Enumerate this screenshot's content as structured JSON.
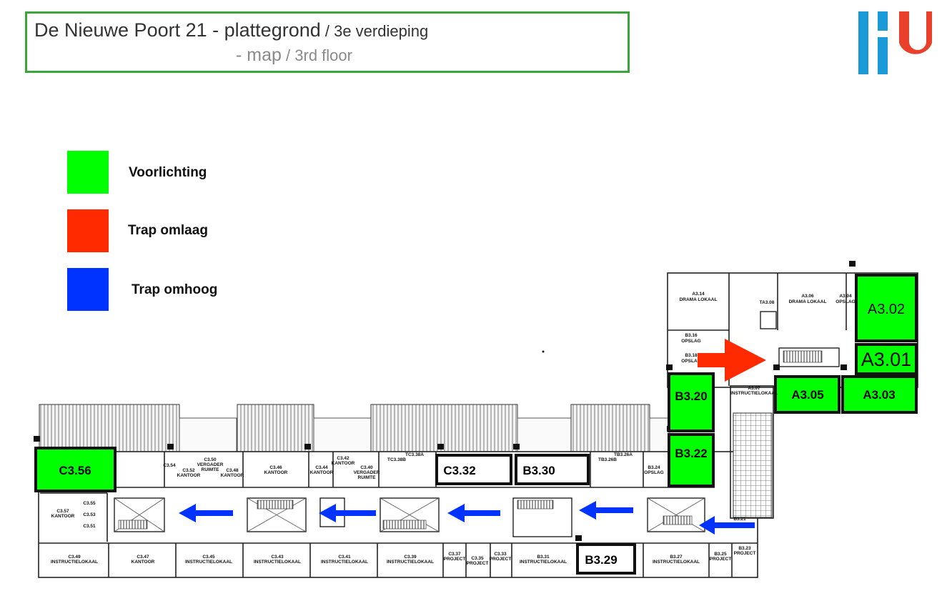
{
  "title": {
    "building": "De Nieuwe Poort 21",
    "sep1": " - ",
    "nl_map": "plattegrond",
    "slash": " / ",
    "nl_floor": "3e verdieping",
    "dash": "- ",
    "en_map": "map",
    "en_floor": "3rd floor"
  },
  "legend": [
    {
      "label": "Voorlichting",
      "color": "#00ff00"
    },
    {
      "label": "Trap omlaag",
      "color": "#ff2a00"
    },
    {
      "label": "Trap omhoog",
      "color": "#0033ff"
    }
  ],
  "rooms": {
    "highlighted": {
      "a302": "A3.02",
      "a301": "A3.01",
      "a305": "A3.05",
      "a303": "A3.03",
      "b320": "B3.20",
      "b322": "B3.22",
      "c356": "C3.56"
    },
    "outlined": {
      "c332": "C3.32",
      "b330": "B3.30",
      "b329": "B3.29"
    },
    "small": {
      "a314": "A3.14",
      "a314_type": "DRAMA LOKAAL",
      "a306": "A3.06",
      "a306_type": "DRAMA LOKAAL",
      "a304": "A3.04",
      "a304_type": "OPSLAG",
      "ta308": "TA3.08",
      "b316": "B3.16",
      "b316_type": "OPSLAG",
      "b318": "B3.18",
      "b318_type": "OPSLAG",
      "a307": "A3.07",
      "a307_type": "INSTRUCTIELOKAAL",
      "b324": "B3.24",
      "b324_type": "OPSLAG",
      "c354": "C3.54",
      "c352": "C3.52",
      "c352_type": "KANTOOR",
      "c350": "C3.50",
      "c350_type1": "VERGADER",
      "c350_type2": "RUIMTE",
      "c348": "C3.48",
      "c348_type": "KANTOOR",
      "c346": "C3.46",
      "c346_type": "KANTOOR",
      "c344": "C3.44",
      "c344_type": "KANTOOR",
      "c342": "C3.42",
      "c342_type": "KANTOOR",
      "c340": "C3.40",
      "c340_type1": "VERGADER",
      "c340_type2": "RUIMTE",
      "tc338b": "TC3.38B",
      "tc338a": "TC3.38A",
      "tb326b": "TB3.26B",
      "tb326a": "TB3.26A",
      "c355": "C3.55",
      "c353": "C3.53",
      "c351": "C3.51",
      "c357": "C3.57",
      "c357_type": "KANTOOR",
      "b321": "B3.21",
      "c349": "C3.49",
      "c349_type": "INSTRUCTIELOKAAL",
      "c347": "C3.47",
      "c347_type": "KANTOOR",
      "c345": "C3.45",
      "c345_type": "INSTRUCTIELOKAAL",
      "c343": "C3.43",
      "c343_type": "INSTRUCTIELOKAAL",
      "c341": "C3.41",
      "c341_type": "INSTRUCTIELOKAAL",
      "c339": "C3.39",
      "c339_type": "INSTRUCTIELOKAAL",
      "c337": "C3.37",
      "c337_type": "PROJECT",
      "c335": "C3.35",
      "c335_type": "PROJECT",
      "c333": "C3.33",
      "c333_type": "PROJECT",
      "b331": "B3.31",
      "b331_type": "INSTRUCTIELOKAAL",
      "b327": "B3.27",
      "b327_type": "INSTRUCTIELOKAAL",
      "b325": "B3.25",
      "b325_type": "PROJECT",
      "b323": "B3.23",
      "b323_type": "PROJECT"
    }
  },
  "colors": {
    "highlight": "#00ff00",
    "stairs_down": "#ff2a00",
    "stairs_up": "#0033ff",
    "logo_blue": "#1a9ad6",
    "logo_red": "#e8402a",
    "frame": "#3aa63a"
  }
}
